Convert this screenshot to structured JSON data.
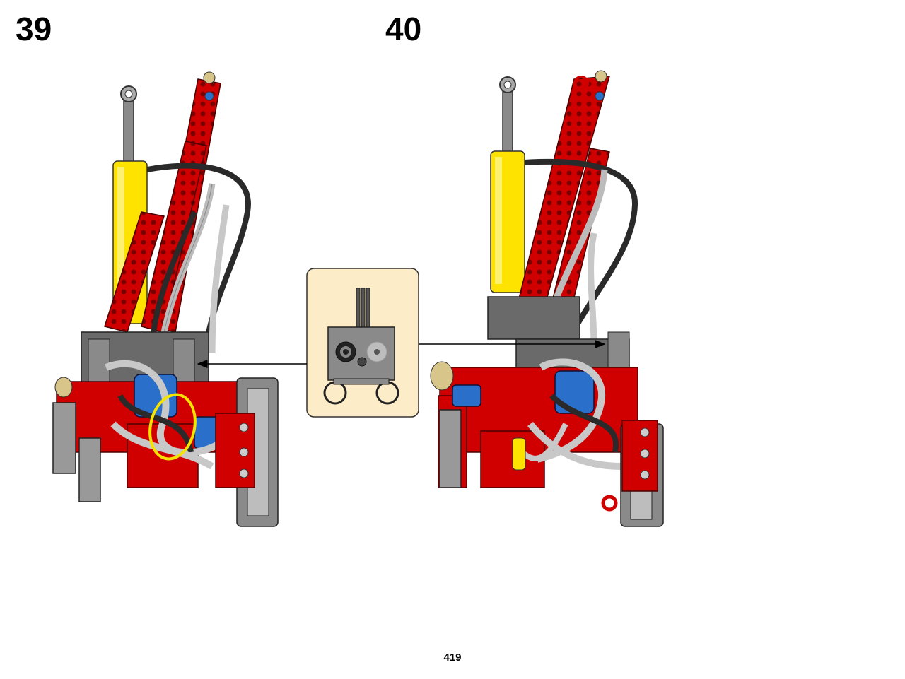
{
  "page": {
    "number": "419",
    "steps": [
      {
        "number": "39"
      },
      {
        "number": "40"
      }
    ]
  },
  "colors": {
    "red": "#d10000",
    "dark_red": "#8f0000",
    "yellow": "#ffe300",
    "gray": "#9a9a9a",
    "dark_gray": "#5a5a5a",
    "black_hose": "#2a2a2a",
    "light_gray_hose": "#c8c8c8",
    "blue": "#2a6fc9",
    "callout_bg": "#fdecc8",
    "highlight_ring": "#f5e400"
  },
  "icons": {
    "callout_part": "hose-connector-icon",
    "highlight": "highlight-ring-icon"
  }
}
